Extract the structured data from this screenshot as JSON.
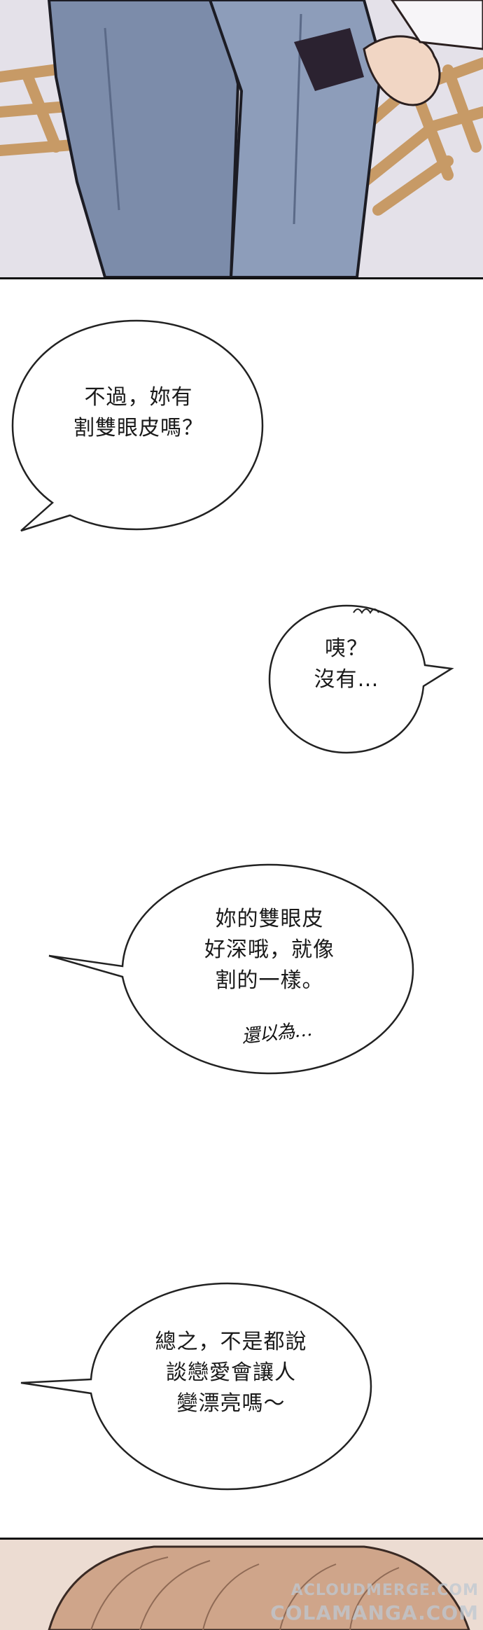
{
  "bubbles": [
    {
      "id": "bubble-1",
      "lines": [
        "不過，妳有",
        "割雙眼皮嗎？"
      ]
    },
    {
      "id": "bubble-2",
      "lines": [
        "咦？",
        "沒有…"
      ]
    },
    {
      "id": "bubble-3",
      "lines": [
        "妳的雙眼皮",
        "好深哦，就像",
        "割的一樣。"
      ],
      "aside": "還以為…"
    },
    {
      "id": "bubble-4",
      "lines": [
        "總之，不是都說",
        "談戀愛會讓人",
        "變漂亮嗎～"
      ]
    }
  ],
  "watermarks": [
    "ACLOUDMERGE.COM",
    "COLAMANGA.COM"
  ],
  "colors": {
    "bubble_stroke": "#222222",
    "gutter": "#ffffff",
    "panel_border": "#111111"
  }
}
